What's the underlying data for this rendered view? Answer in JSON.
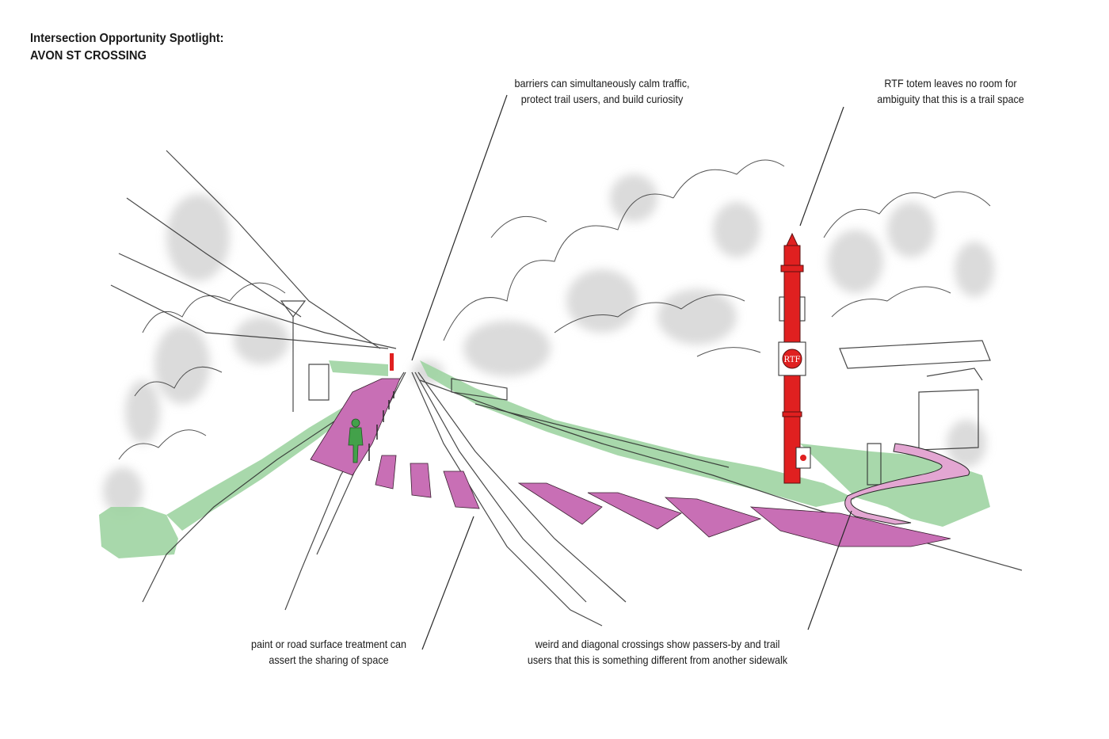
{
  "title": {
    "line1": "Intersection Opportunity Spotlight:",
    "line2": "AVON ST CROSSING"
  },
  "callouts": {
    "barriers": {
      "line1": "barriers can simultaneously calm traffic,",
      "line2": "protect trail users, and build curiosity"
    },
    "totem": {
      "line1": "RTF totem leaves no room for",
      "line2": "ambiguity that this is a trail space"
    },
    "paint": {
      "line1": "paint or road surface treatment can",
      "line2": "assert the sharing of space"
    },
    "diagonal": {
      "line1": "weird and diagonal crossings show passers-by and trail",
      "line2": "users that this is something different from another sidewalk"
    }
  },
  "totem_badge": "RTF",
  "colors": {
    "crossing": "#c86fb5",
    "path_light": "#e3a6d2",
    "grass": "#9fd4a2",
    "totem": "#e02020",
    "ink": "#2a2a2a",
    "shade": "#c8c8c8"
  }
}
